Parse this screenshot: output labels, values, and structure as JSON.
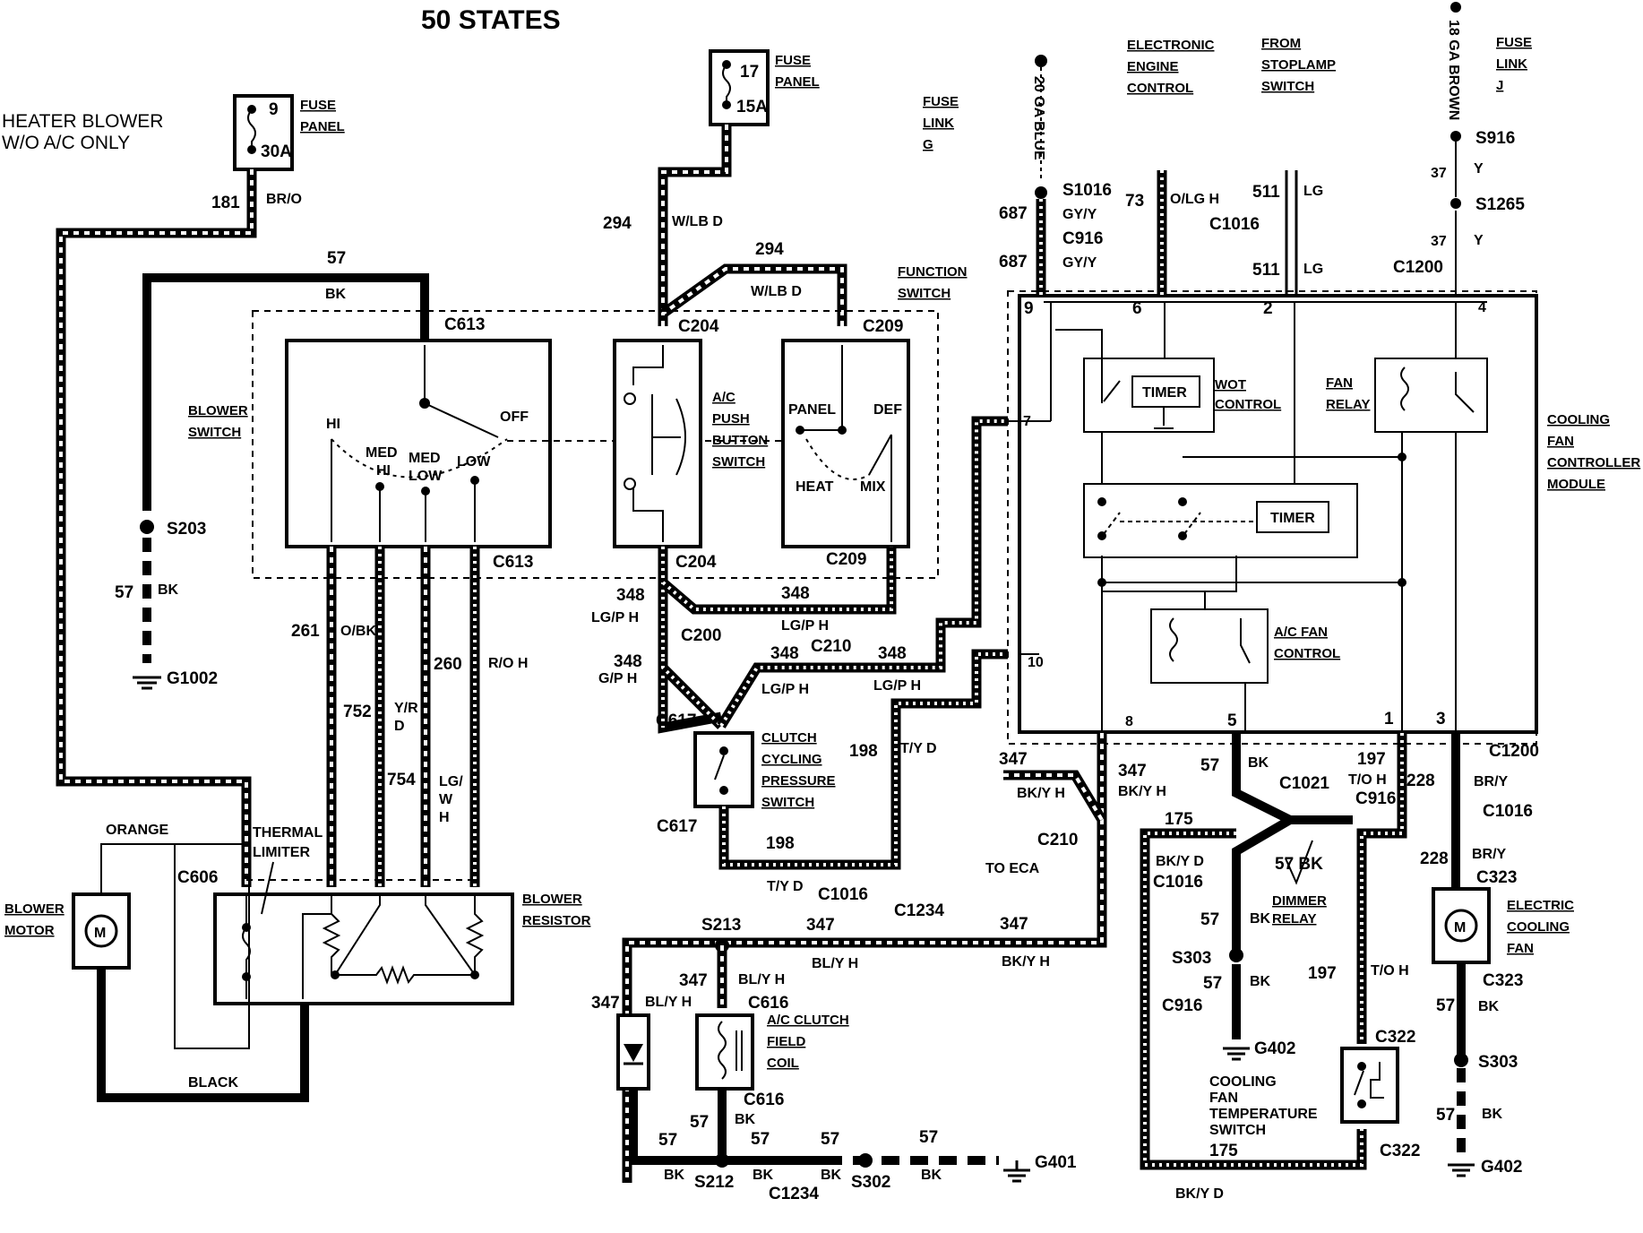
{
  "title": "50 STATES",
  "subtitle": [
    "HEATER BLOWER",
    "W/O A/C ONLY"
  ],
  "fuse_panels": [
    {
      "name": [
        "FUSE",
        "PANEL"
      ],
      "fuse": "9",
      "rating": "30A"
    },
    {
      "name": [
        "FUSE",
        "PANEL"
      ],
      "fuse": "17",
      "rating": "15A"
    }
  ],
  "fuse_links": [
    {
      "name": [
        "FUSE",
        "LINK",
        "G"
      ]
    },
    {
      "name": [
        "FUSE",
        "LINK",
        "J"
      ]
    }
  ],
  "sources": [
    {
      "name": [
        "ELECTRONIC",
        "ENGINE",
        "CONTROL"
      ]
    },
    {
      "name": [
        "FROM",
        "STOPLAMP",
        "SWITCH"
      ]
    }
  ],
  "components": {
    "blower_switch": {
      "name": [
        "BLOWER",
        "SWITCH"
      ],
      "positions": [
        "HI",
        "MED",
        "HI",
        "MED",
        "LOW",
        "LOW",
        "OFF"
      ]
    },
    "ac_push_button_switch": {
      "name": [
        "A/C",
        "PUSH",
        "BUTTON",
        "SWITCH"
      ]
    },
    "function_switch": {
      "name": [
        "FUNCTION",
        "SWITCH"
      ],
      "positions": [
        "PANEL",
        "DEF",
        "HEAT",
        "MIX"
      ]
    },
    "cooling_fan_controller": {
      "name": [
        "COOLING",
        "FAN",
        "CONTROLLER",
        "MODULE"
      ],
      "timer1": "TIMER",
      "timer2": "TIMER",
      "wot": [
        "WOT",
        "CONTROL"
      ],
      "fan_relay": [
        "FAN",
        "RELAY"
      ],
      "ac_fan": [
        "A/C FAN",
        "CONTROL"
      ],
      "pins": [
        "9",
        "6",
        "2",
        "4",
        "7",
        "10",
        "8",
        "5",
        "1",
        "3"
      ]
    },
    "blower_motor": {
      "name": [
        "BLOWER",
        "MOTOR"
      ],
      "symbol": "M"
    },
    "blower_resistor": {
      "name": [
        "BLOWER",
        "RESISTOR"
      ]
    },
    "thermal_limiter": {
      "name": [
        "THERMAL",
        "LIMITER"
      ]
    },
    "clutch_switch": {
      "name": [
        "CLUTCH",
        "CYCLING",
        "PRESSURE",
        "SWITCH"
      ]
    },
    "ac_clutch_coil": {
      "name": [
        "A/C CLUTCH",
        "FIELD",
        "COIL"
      ]
    },
    "dimmer_relay": {
      "name": [
        "DIMMER",
        "RELAY"
      ]
    },
    "temp_switch": {
      "name": [
        "COOLING",
        "FAN",
        "TEMPERATURE",
        "SWITCH"
      ]
    },
    "electric_fan": {
      "name": [
        "ELECTRIC",
        "COOLING",
        "FAN"
      ],
      "symbol": "M"
    }
  },
  "wire_labels": {
    "w181": "181",
    "br_o": "BR/O",
    "w57a": "57",
    "bk_a": "BK",
    "s203": "S203",
    "w57b": "57",
    "bk_b": "BK",
    "g1002": "G1002",
    "w294a": "294",
    "wlbd_a": "W/LB D",
    "w294b": "294",
    "wlbd_b": "W/LB D",
    "c613a": "C613",
    "c613b": "C613",
    "c204a": "C204",
    "c204b": "C204",
    "c209a": "C209",
    "c209b": "C209",
    "w261": "261",
    "obk": "O/BK",
    "w752": "752",
    "yrd": "Y/R",
    "d1": "D",
    "w754": "754",
    "lgw": "LG/",
    "w": "W",
    "h1": "H",
    "w260": "260",
    "roh": "R/O H",
    "orange": "ORANGE",
    "black": "BLACK",
    "c606": "C606",
    "w348a": "348",
    "lgph_a": "LG/P H",
    "w348b": "348",
    "lgph_b": "LG/P H",
    "c200": "C200",
    "w348c": "348",
    "gph": "G/P H",
    "w348d": "348",
    "c210a": "C210",
    "lgph_c": "LG/P H",
    "w348e": "348",
    "lgph_d": "LG/P H",
    "c617a": "C617",
    "c617b": "C617",
    "w198a": "198",
    "tyd_a": "T/Y D",
    "w198b": "198",
    "tyd_b": "T/Y D",
    "c1016a": "C1016",
    "w347a": "347",
    "bkyh_a": "BK/Y H",
    "w347b": "347",
    "bkyh_b": "BK/Y H",
    "c210b": "C210",
    "to_eca": "TO ECA",
    "s213": "S213",
    "w347c": "347",
    "blyh_a": "BL/Y H",
    "c1234a": "C1234",
    "w347d": "347",
    "bkyh_c": "BK/Y H",
    "w347e": "347",
    "blyh_b": "BL/Y H",
    "c616a": "C616",
    "w347f": "347",
    "blyh_c": "BL/Y H",
    "c616b": "C616",
    "w57c": "57",
    "bk_c": "BK",
    "w57d": "57",
    "bk_d": "BK",
    "s212": "S212",
    "w57e": "57",
    "bk_e": "BK",
    "c1234b": "C1234",
    "w57f": "57",
    "bk_f": "BK",
    "s302": "S302",
    "w57g": "57",
    "bk_g": "BK",
    "g401": "G401",
    "ga20": "20 GA BLUE",
    "s1016": "S1016",
    "w687a": "687",
    "gyy_a": "GY/Y",
    "c916a": "C916",
    "w687b": "687",
    "gyy_b": "GY/Y",
    "w73": "73",
    "olgh": "O/LG H",
    "w511a": "511",
    "lg_a": "LG",
    "c1016b": "C1016",
    "w511b": "511",
    "lg_b": "LG",
    "ga18": "18 GA BROWN",
    "s916": "S916",
    "w37a": "37",
    "y_a": "Y",
    "s1265": "S1265",
    "w37b": "37",
    "y_b": "Y",
    "c1200a": "C1200",
    "c1200b": "C1200",
    "w57h": "57",
    "bk_h": "BK",
    "c1021": "C1021",
    "w57i": "57 BK",
    "w197a": "197",
    "toh_a": "T/O H",
    "c916b": "C916",
    "w228a": "228",
    "bry_a": "BR/Y",
    "c1016c": "C1016",
    "w228b": "228",
    "bry_b": "BR/Y",
    "c323a": "C323",
    "w175a": "175",
    "bkyd_a": "BK/Y D",
    "c1016d": "C1016",
    "w57j": "57",
    "bk_j": "BK",
    "s303a": "S303",
    "w57k": "57",
    "bk_k": "BK",
    "g402a": "G402",
    "c916c": "C916",
    "w197b": "197",
    "toh_b": "T/O H",
    "c322a": "C322",
    "c322b": "C322",
    "w175b": "175",
    "bkyd_b": "BK/Y D",
    "c323b": "C323",
    "w57l": "57",
    "bk_l": "BK",
    "s303b": "S303",
    "w57m": "57",
    "bk_m": "BK",
    "g402b": "G402"
  }
}
